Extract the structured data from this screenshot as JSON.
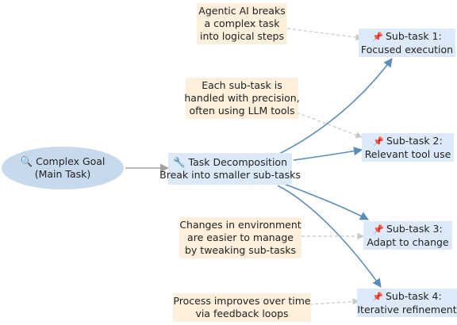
{
  "main_goal": {
    "icon": "magnifier-icon",
    "line1": "Complex Goal",
    "line2": "(Main Task)"
  },
  "decomposition": {
    "icon": "wrench-icon",
    "line1": "Task Decomposition",
    "line2": "Break into smaller sub-tasks"
  },
  "subtasks": [
    {
      "icon": "pushpin-icon",
      "title": "Sub-task 1:",
      "desc": "Focused execution"
    },
    {
      "icon": "pushpin-icon",
      "title": "Sub-task 2:",
      "desc": "Relevant tool use"
    },
    {
      "icon": "pushpin-icon",
      "title": "Sub-task 3:",
      "desc": "Adapt to change"
    },
    {
      "icon": "pushpin-icon",
      "title": "Sub-task 4:",
      "desc": "Iterative refinement"
    }
  ],
  "notes": [
    {
      "lines": [
        "Agentic AI breaks",
        "a complex task",
        "into logical steps"
      ]
    },
    {
      "lines": [
        "Each sub-task is",
        "handled with precision,",
        "often using LLM tools"
      ]
    },
    {
      "lines": [
        "Changes in environment",
        "are easier to manage",
        "by tweaking sub-tasks"
      ]
    },
    {
      "lines": [
        "Process improves over time",
        "via feedback loops"
      ]
    }
  ],
  "colors": {
    "arrow_solid": "#5b8db8",
    "arrow_dashed": "#c8c8c8",
    "arrow_gray": "#a0a0a0",
    "note_bg": "#fcefdc",
    "box_bg": "#dbe9f8",
    "goal_bg": "#c7d9ec"
  }
}
